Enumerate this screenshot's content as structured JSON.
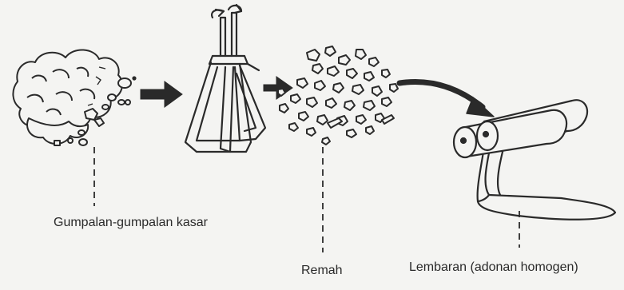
{
  "labels": {
    "coarse_lumps": "Gumpalan-gumpalan kasar",
    "crumbs": "Remah",
    "sheet": "Lembaran  (adonan homogen)"
  },
  "colors": {
    "background": "#f4f4f2",
    "ink": "#2a2a2a"
  },
  "icons": [
    "dough-lumps-icon",
    "mixer-paddle-icon",
    "crumbs-icon",
    "sheeting-rollers-icon",
    "arrow-icon"
  ]
}
